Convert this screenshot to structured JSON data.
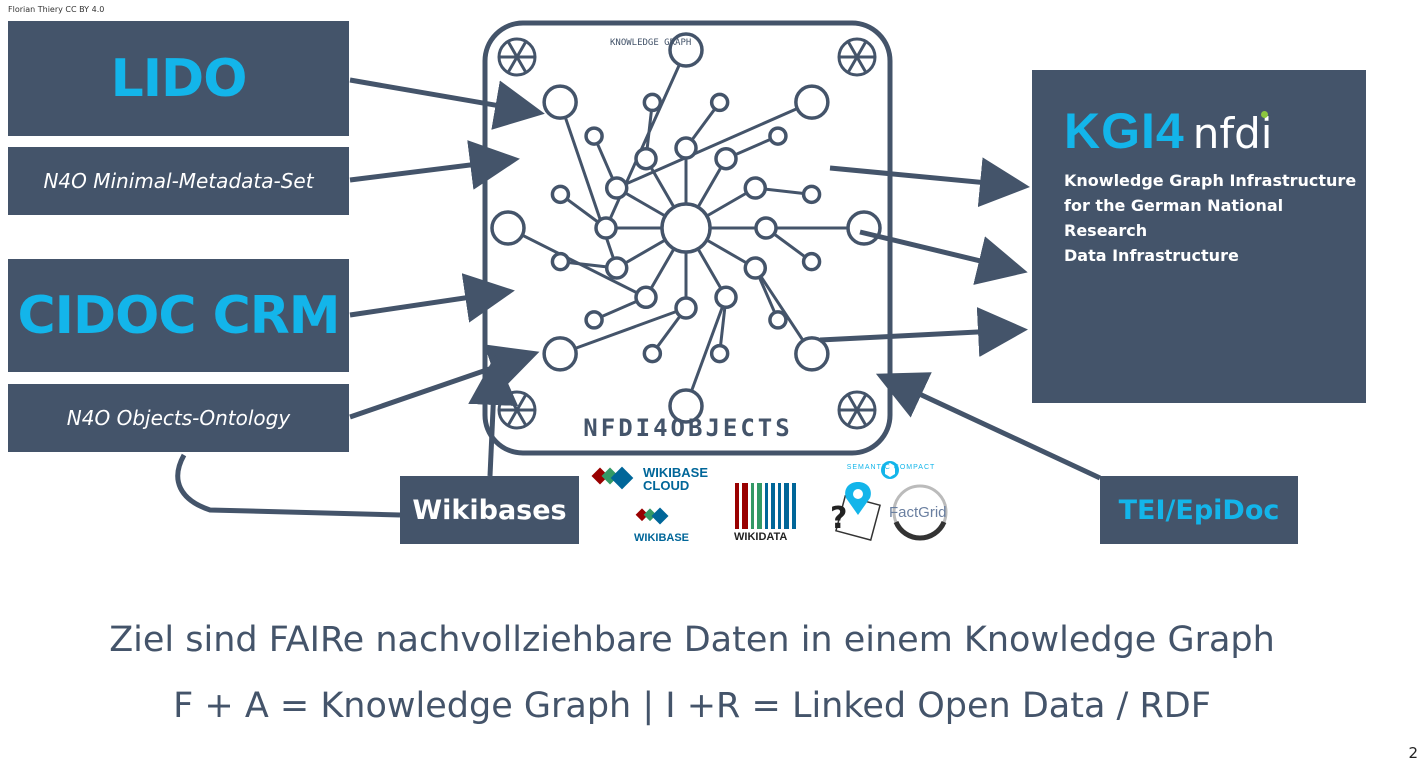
{
  "credit": "Florian Thiery CC BY 4.0",
  "left_boxes": {
    "lido": "LIDO",
    "n4o_mms": "N4O Minimal-Metadata-Set",
    "cidoc": "CIDOC CRM",
    "n4o_ontology": "N4O Objects-Ontology"
  },
  "graph_image": {
    "header_text": "KNOWLEDGE GRAPH",
    "footer_text": "NFDI4OBJECTS"
  },
  "kgi": {
    "logo_left": "KGI4",
    "logo_right": "nfdi",
    "line1": "Knowledge Graph Infrastructure",
    "line2": "for the German National Research",
    "line3": "Data Infrastructure"
  },
  "wikibases_label": "Wikibases",
  "tei_label": "TEI/EpiDoc",
  "logos": {
    "wikibase_cloud_1": "WIKIBASE",
    "wikibase_cloud_2": "CLOUD",
    "wikibase": "WIKIBASE",
    "wikidata": "WIKIDATA",
    "semantic_compact": "SEMANTIC COMPACT",
    "factgrid": "FactGrid"
  },
  "bottom": {
    "line1": "Ziel sind FAIRe nachvollziehbare Daten in einem Knowledge Graph",
    "line2": "F + A = Knowledge Graph | I +R = Linked Open Data / RDF"
  },
  "page_number": "2",
  "colors": {
    "box": "#44546a",
    "accent": "#13b5ea",
    "nfdi_green": "#8cc63f",
    "arrow": "#44546a"
  }
}
